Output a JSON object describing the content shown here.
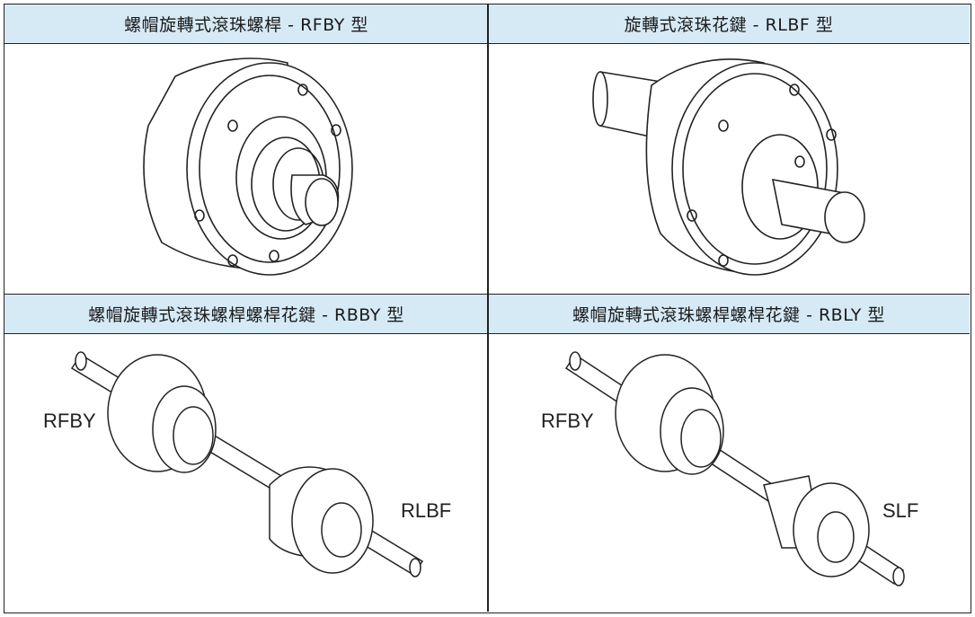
{
  "cells": [
    {
      "title": "螺帽旋轉式滾珠螺桿 - RFBY 型"
    },
    {
      "title": "旋轉式滾珠花鍵 - RLBF 型"
    },
    {
      "title": "螺帽旋轉式滾珠螺桿螺桿花鍵 - RBBY 型",
      "labels": [
        "RFBY",
        "RLBF"
      ]
    },
    {
      "title": "螺帽旋轉式滾珠螺桿螺桿花鍵 - RBLY 型",
      "labels": [
        "RFBY",
        "SLF"
      ]
    }
  ],
  "colors": {
    "header_bg": "#d6eaf6",
    "border": "#222222"
  }
}
